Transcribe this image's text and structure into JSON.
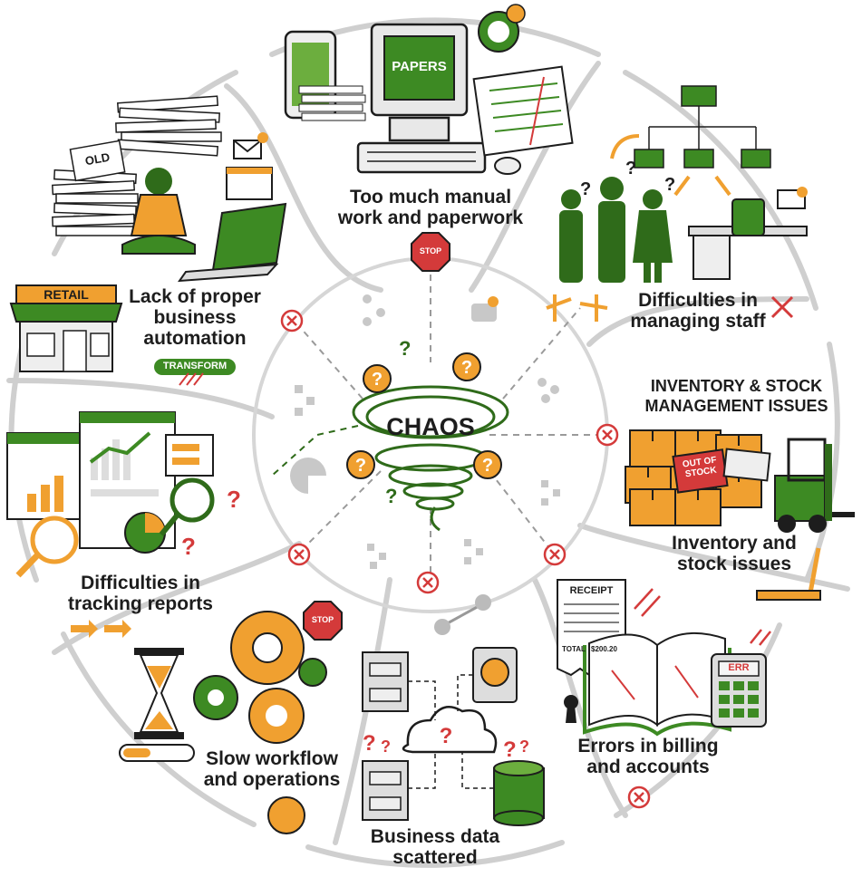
{
  "center": {
    "label": "CHAOS"
  },
  "sections": {
    "manual_work": {
      "lines": [
        "Too much manual",
        "work and paperwork"
      ],
      "screen": "PAPERS"
    },
    "automation": {
      "lines": [
        "Lack of proper",
        "business",
        "automation"
      ],
      "store_sign": "RETAIL",
      "badge": "TRANSFORM",
      "stack_label": "OLD"
    },
    "staff": {
      "lines": [
        "Difficulties in",
        "managing staff"
      ]
    },
    "inventory": {
      "title_lines": [
        "INVENTORY & STOCK",
        "MANAGEMENT ISSUES"
      ],
      "lines": [
        "Inventory and",
        "stock issues"
      ],
      "box_stamp": [
        "OUT OF",
        "STOCK"
      ]
    },
    "reports": {
      "lines": [
        "Difficulties in",
        "tracking reports"
      ]
    },
    "billing": {
      "lines": [
        "Errors in billing",
        "and accounts"
      ],
      "receipt_title": "RECEIPT",
      "receipt_total": "TOTAL",
      "receipt_total_value": "$200.20",
      "calculator": "ERR"
    },
    "workflow": {
      "lines": [
        "Slow workflow",
        "and operations"
      ],
      "stop": "STOP"
    },
    "data": {
      "lines": [
        "Business data",
        "scattered"
      ]
    }
  },
  "stop_sign": "STOP",
  "colors": {
    "green": "#3d8a23",
    "dark_green": "#2f6b1a",
    "orange": "#f0a030",
    "red": "#d43a3a",
    "gray": "#c8c8c8",
    "ink": "#1d1d1d"
  }
}
